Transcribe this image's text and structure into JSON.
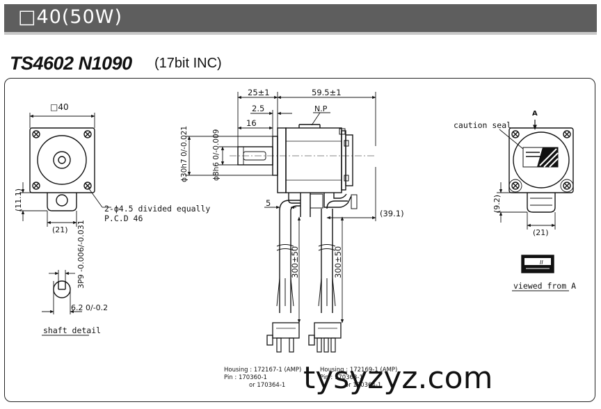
{
  "header": {
    "banner_text": "□40(50W)",
    "model_name": "TS4602 N1090",
    "model_suffix": "(17bit INC)"
  },
  "front_view": {
    "flange_size": "□40",
    "hole_note_line1": "2-ϕ4.5 divided equally",
    "hole_note_line2": "P.C.D 46",
    "dim_height": "(11.1)",
    "dim_width": "(21)"
  },
  "side_view": {
    "dim_flange_len": "25±1",
    "dim_body_len": "59.5±1",
    "dim_2_5": "2.5",
    "dim_16": "16",
    "np_label": "N.P",
    "dim_pilot": "ϕ30h7 0/-0.021",
    "dim_shaft": "ϕ8h6 0/-0.009",
    "dim_5": "5",
    "dim_39_1": "(39.1)",
    "cable_len_1": "300±50",
    "cable_len_2": "300±50"
  },
  "connectors": {
    "left_housing": "Housing : 172167-1 (AMP)",
    "left_pin": "Pin : 170360-1",
    "left_pin_alt": "or 170364-1",
    "right_housing": "Housing : 172169-1 (AMP)",
    "right_pin": "Pin : 170363-1",
    "right_pin_alt": "or 170364-1"
  },
  "rear_view": {
    "caution_seal": "caution seal",
    "arrow_label": "A",
    "dim_height": "(9.2)",
    "dim_width": "(21)",
    "viewed_from": "viewed from A"
  },
  "shaft_detail": {
    "dim_key": "3P9 -0.006/-0.031",
    "dim_depth": "6.2 0/-0.2",
    "label": "shaft detail"
  },
  "watermark": "tysyzyz.com"
}
